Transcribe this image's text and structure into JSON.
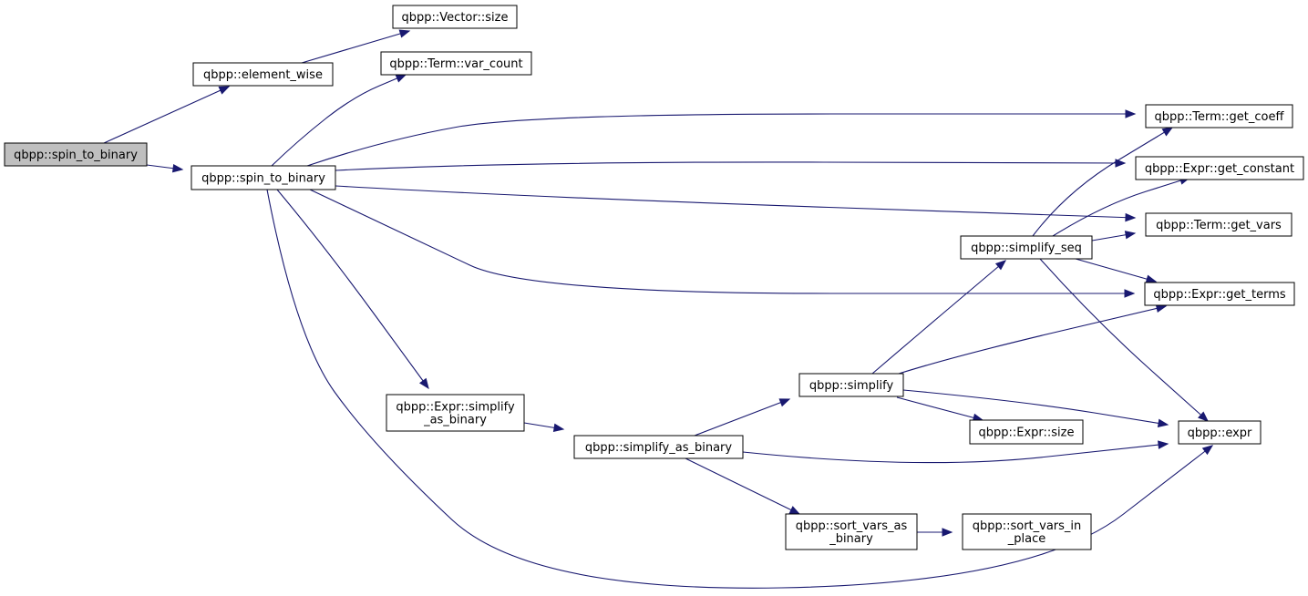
{
  "colors": {
    "edge": "#191970",
    "root_fill": "#bfbfbf",
    "node_fill": "#ffffff",
    "border": "#000000"
  },
  "graph": {
    "nodes": [
      {
        "id": "n_root",
        "lines": [
          "qbpp::spin_to_binary"
        ]
      },
      {
        "id": "n_element_wise",
        "lines": [
          "qbpp::element_wise"
        ]
      },
      {
        "id": "n_vector_size",
        "lines": [
          "qbpp::Vector::size"
        ]
      },
      {
        "id": "n_spin2",
        "lines": [
          "qbpp::spin_to_binary"
        ]
      },
      {
        "id": "n_var_count",
        "lines": [
          "qbpp::Term::var_count"
        ]
      },
      {
        "id": "n_get_coeff",
        "lines": [
          "qbpp::Term::get_coeff"
        ]
      },
      {
        "id": "n_get_constant",
        "lines": [
          "qbpp::Expr::get_constant"
        ]
      },
      {
        "id": "n_get_vars",
        "lines": [
          "qbpp::Term::get_vars"
        ]
      },
      {
        "id": "n_simplify_seq",
        "lines": [
          "qbpp::simplify_seq"
        ]
      },
      {
        "id": "n_get_terms",
        "lines": [
          "qbpp::Expr::get_terms"
        ]
      },
      {
        "id": "n_simplify",
        "lines": [
          "qbpp::simplify"
        ]
      },
      {
        "id": "n_expr_simplify_as_binary",
        "lines": [
          "qbpp::Expr::simplify",
          "_as_binary"
        ]
      },
      {
        "id": "n_expr",
        "lines": [
          "qbpp::expr"
        ]
      },
      {
        "id": "n_expr_size",
        "lines": [
          "qbpp::Expr::size"
        ]
      },
      {
        "id": "n_simplify_as_binary",
        "lines": [
          "qbpp::simplify_as_binary"
        ]
      },
      {
        "id": "n_sort_vars_as_binary",
        "lines": [
          "qbpp::sort_vars_as",
          "_binary"
        ]
      },
      {
        "id": "n_sort_vars_in_place",
        "lines": [
          "qbpp::sort_vars_in",
          "_place"
        ]
      }
    ],
    "edges": [
      {
        "from": "n_root",
        "to": "n_element_wise"
      },
      {
        "from": "n_root",
        "to": "n_spin2"
      },
      {
        "from": "n_element_wise",
        "to": "n_vector_size"
      },
      {
        "from": "n_spin2",
        "to": "n_var_count"
      },
      {
        "from": "n_spin2",
        "to": "n_get_coeff"
      },
      {
        "from": "n_spin2",
        "to": "n_get_constant"
      },
      {
        "from": "n_spin2",
        "to": "n_get_vars"
      },
      {
        "from": "n_spin2",
        "to": "n_get_terms"
      },
      {
        "from": "n_spin2",
        "to": "n_expr_simplify_as_binary"
      },
      {
        "from": "n_spin2",
        "to": "n_expr"
      },
      {
        "from": "n_expr_simplify_as_binary",
        "to": "n_simplify_as_binary"
      },
      {
        "from": "n_simplify_as_binary",
        "to": "n_simplify"
      },
      {
        "from": "n_simplify_as_binary",
        "to": "n_expr"
      },
      {
        "from": "n_simplify_as_binary",
        "to": "n_sort_vars_as_binary"
      },
      {
        "from": "n_sort_vars_as_binary",
        "to": "n_sort_vars_in_place"
      },
      {
        "from": "n_simplify",
        "to": "n_simplify_seq"
      },
      {
        "from": "n_simplify",
        "to": "n_get_terms"
      },
      {
        "from": "n_simplify",
        "to": "n_expr"
      },
      {
        "from": "n_simplify",
        "to": "n_expr_size"
      },
      {
        "from": "n_simplify_seq",
        "to": "n_get_coeff"
      },
      {
        "from": "n_simplify_seq",
        "to": "n_get_constant"
      },
      {
        "from": "n_simplify_seq",
        "to": "n_get_vars"
      },
      {
        "from": "n_simplify_seq",
        "to": "n_get_terms"
      },
      {
        "from": "n_simplify_seq",
        "to": "n_expr"
      }
    ]
  }
}
